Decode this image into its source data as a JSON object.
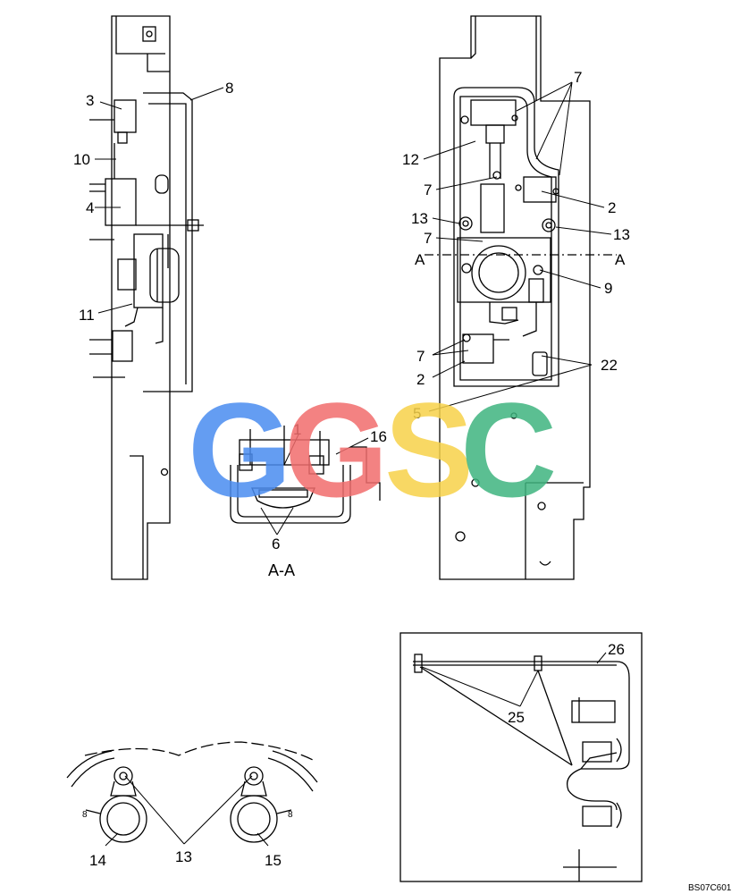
{
  "figure_code": "BS07C601",
  "section_title": "A-A",
  "section_markers": [
    "A",
    "A"
  ],
  "watermark": {
    "letters": [
      "G",
      "G",
      "S",
      "C"
    ],
    "colors": [
      "#4a8cf0",
      "#f26d6d",
      "#f7d24a",
      "#3fb57f"
    ]
  },
  "callouts": {
    "left_view": [
      "3",
      "8",
      "10",
      "4",
      "11"
    ],
    "right_view": [
      "7",
      "12",
      "7",
      "2",
      "13",
      "13",
      "7",
      "9",
      "7",
      "2",
      "22",
      "5"
    ],
    "section_view": [
      "1",
      "16",
      "6"
    ],
    "bottom_left": [
      "14",
      "13",
      "15"
    ],
    "bottom_right": [
      "26",
      "25"
    ]
  },
  "symbols": [
    "8",
    "8"
  ]
}
